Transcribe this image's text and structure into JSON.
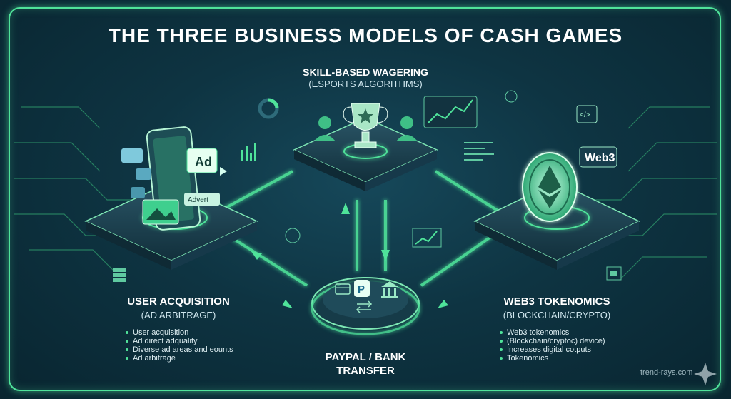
{
  "title": "THE THREE BUSINESS MODELS OF CASH GAMES",
  "nodes": {
    "top": {
      "label": "SKILL-BASED WAGERING",
      "sub": "(ESPORTS ALGORITHMS)"
    },
    "left": {
      "label": "USER ACQUISITION",
      "sub": "(AD ARBITRAGE)",
      "bullets": [
        "User acquisition",
        "Ad direct adquality",
        "Diverse ad areas and eounts",
        "Ad arbitrage"
      ]
    },
    "right": {
      "label": "WEB3 TOKENOMICS",
      "sub": "(BLOCKCHAIN/CRYPTO)",
      "bullets": [
        "Web3 tokenomics",
        "(Blockchain/cryptoc) device)",
        "Increases digital cotputs",
        "Tokenomics"
      ]
    },
    "bottom": {
      "label_line1": "PAYPAL / BANK",
      "label_line2": "TRANSFER"
    }
  },
  "phone": {
    "ad_label": "Ad",
    "advert_label": "Advert"
  },
  "web3_badge": "Web3",
  "watermark": "trend-rays.com",
  "colors": {
    "accent": "#4fe39a",
    "background": "#0e3442",
    "platform": "#1c3f4e"
  },
  "icons": [
    "trophy-icon",
    "player-icon",
    "smartphone-icon",
    "ethereum-coin-icon",
    "paypal-icon",
    "bank-icon",
    "card-icon",
    "bar-chart-icon",
    "code-window-icon"
  ]
}
